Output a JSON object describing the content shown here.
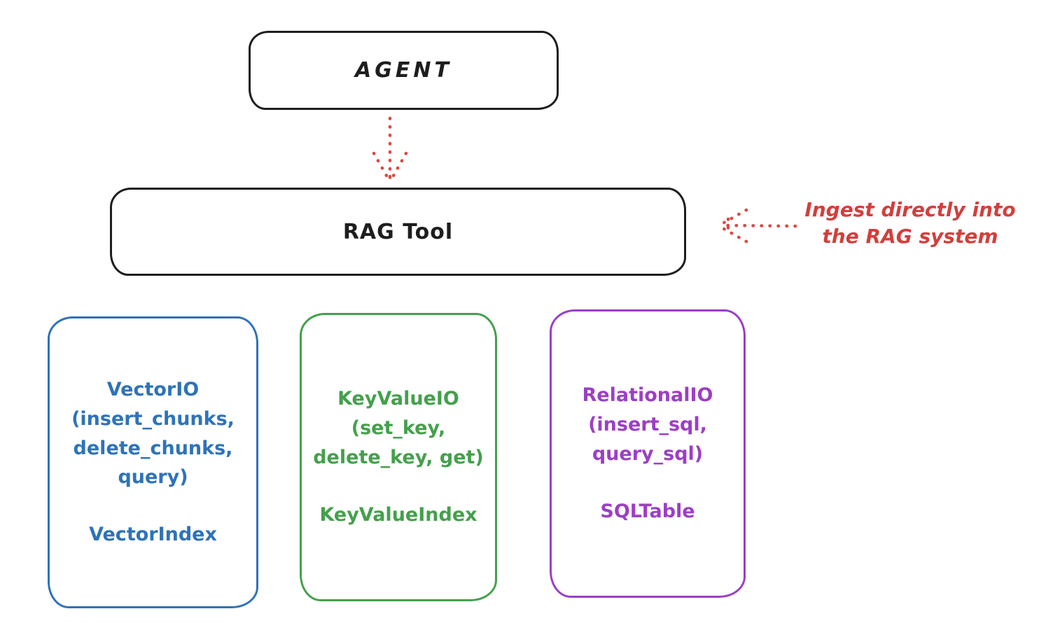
{
  "canvas": {
    "background": "#ffffff"
  },
  "colors": {
    "ink": "#1e1e1e",
    "arrow_red": "#da4a45",
    "annotation_red": "#d23f3c",
    "vector_blue": "#2e73b8",
    "keyvalue_green": "#44a04c",
    "relational_purple": "#9c3fc4"
  },
  "agent_box": {
    "label": "AGENT"
  },
  "rag_tool_box": {
    "label": "RAG Tool"
  },
  "ingest_annotation": {
    "text": "Ingest directly into\nthe RAG system"
  },
  "icons": {
    "agent_to_rag_arrow": "dotted-arrow-down",
    "ingest_arrow": "dotted-arrow-left"
  },
  "io_boxes": [
    {
      "id": "vector-io",
      "color": "#2e73b8",
      "methods": "VectorIO\n(insert_chunks,\ndelete_chunks,\nquery)",
      "index": "VectorIndex"
    },
    {
      "id": "keyvalue-io",
      "color": "#44a04c",
      "methods": "KeyValueIO\n(set_key,\ndelete_key, get)",
      "index": "KeyValueIndex"
    },
    {
      "id": "relational-io",
      "color": "#9c3fc4",
      "methods": "RelationalIO\n(insert_sql,\nquery_sql)",
      "index": "SQLTable"
    }
  ]
}
